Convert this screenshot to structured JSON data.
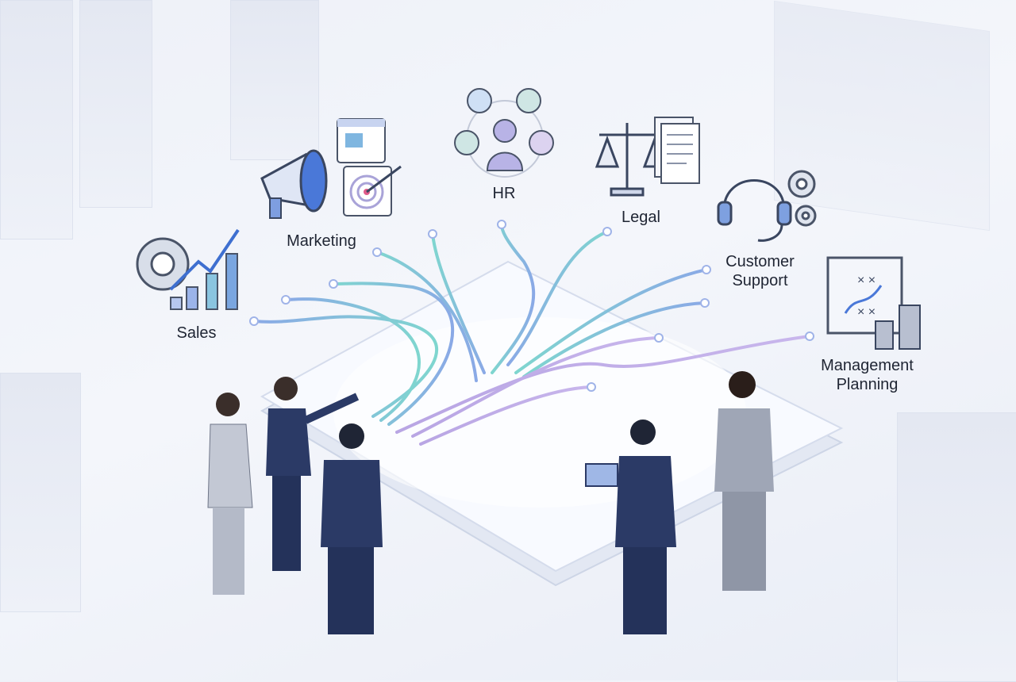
{
  "departments": {
    "sales": "Sales",
    "marketing": "Marketing",
    "hr": "HR",
    "legal": "Legal",
    "customer_support_line1": "Customer",
    "customer_support_line2": "Support",
    "management_line1": "Management",
    "management_line2": "Planning"
  },
  "colors": {
    "teal": "#7fd6cf",
    "blue": "#8aa9e6",
    "purple": "#b9a6e4",
    "suit": "#2b3a66",
    "grey_suit": "#a9afbd"
  }
}
